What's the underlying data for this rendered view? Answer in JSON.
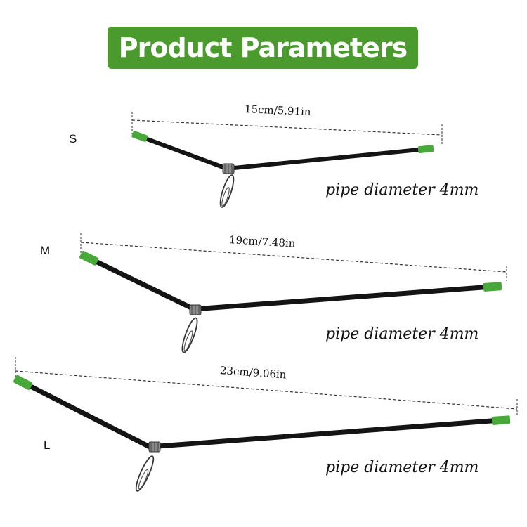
{
  "banner": {
    "title": "Product Parameters"
  },
  "colors": {
    "banner_green": "#4a9a2e",
    "tip_green": "#49a83a",
    "rod_black": "#141414"
  },
  "products": [
    {
      "size": "S",
      "length": "15cm/5.91in",
      "pipe": "pipe diameter 4mm"
    },
    {
      "size": "M",
      "length": "19cm/7.48in",
      "pipe": "pipe diameter 4mm"
    },
    {
      "size": "L",
      "length": "23cm/9.06in",
      "pipe": "pipe diameter 4mm"
    }
  ]
}
